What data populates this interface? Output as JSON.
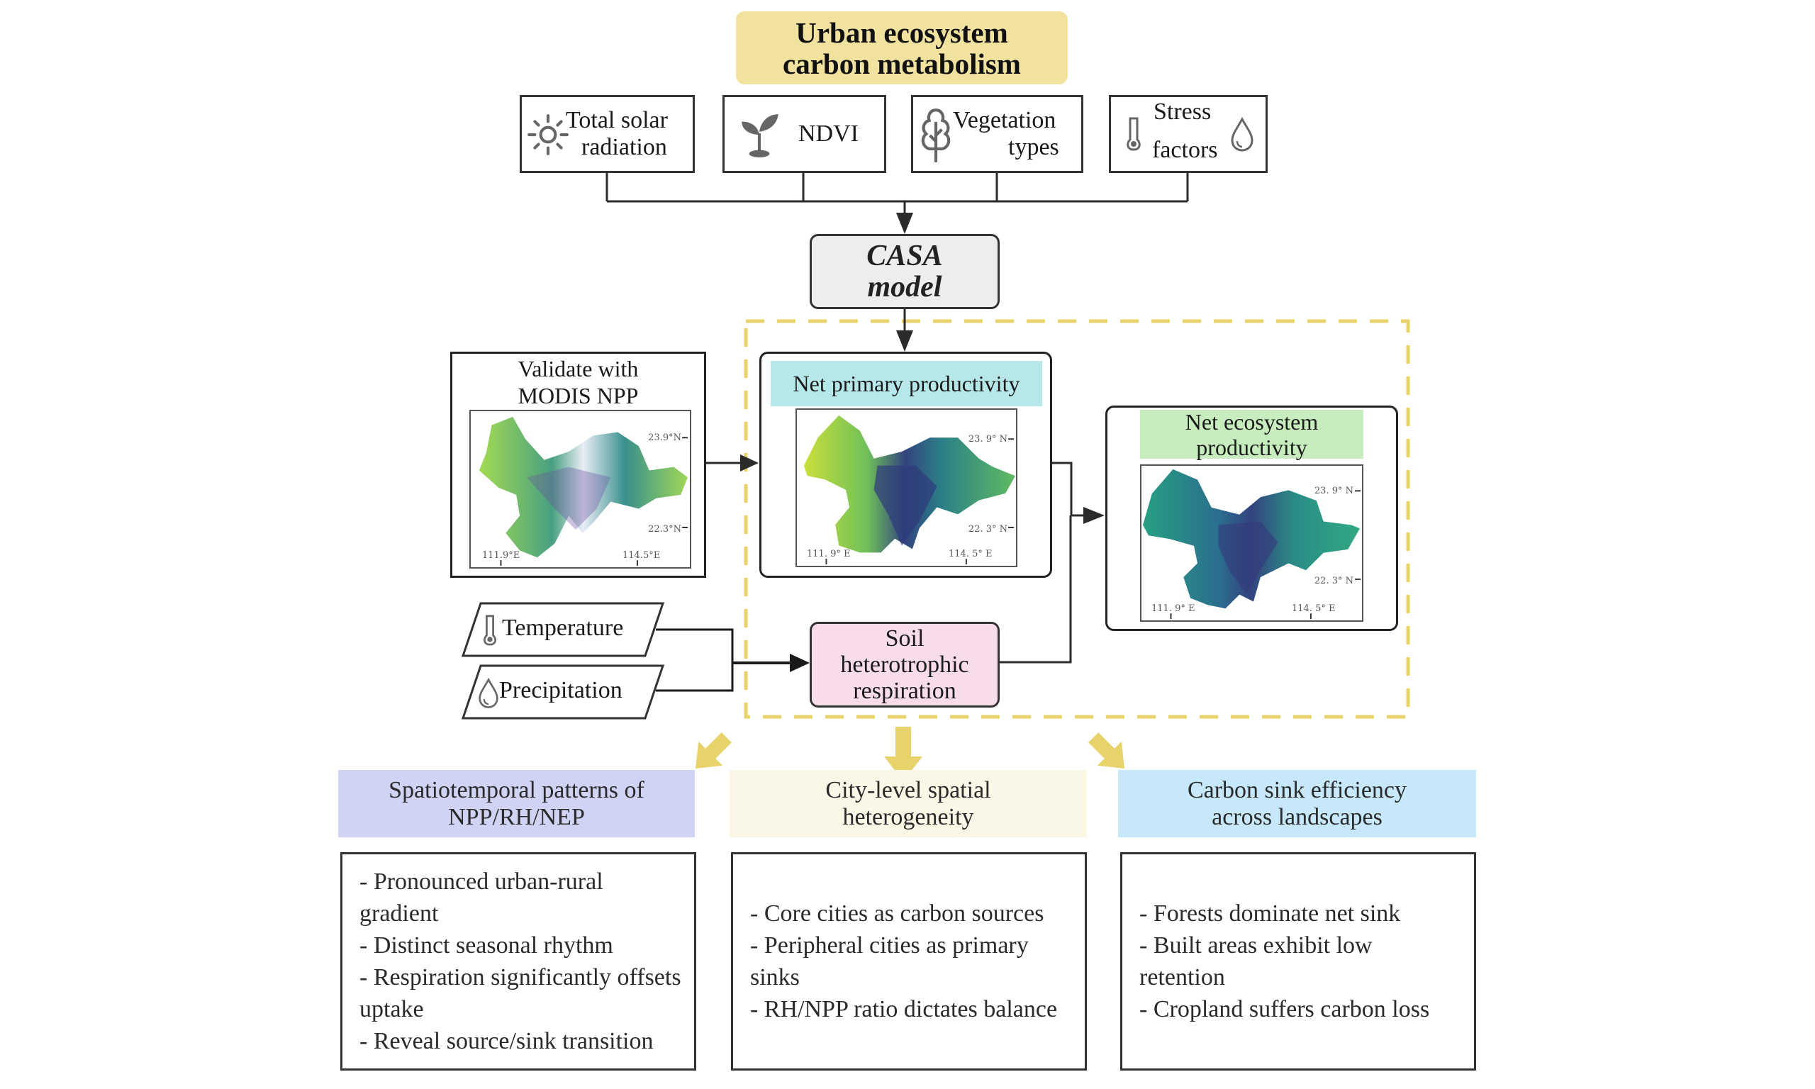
{
  "title": "Urban ecosystem carbon metabolism",
  "title_lines": [
    "Urban ecosystem",
    "carbon metabolism"
  ],
  "inputs": [
    {
      "lines": [
        "Total solar",
        "radiation"
      ],
      "icon": "sun-icon"
    },
    {
      "lines": [
        "NDVI"
      ],
      "icon": "seedling-icon"
    },
    {
      "lines": [
        "Vegetation",
        "types"
      ],
      "icon": "tree-icon"
    },
    {
      "lines": [
        "Stress",
        "factors"
      ],
      "icon": "thermometer-icon",
      "icon2": "water-drop-icon"
    }
  ],
  "model": {
    "lines": [
      "CASA",
      "model"
    ]
  },
  "validate": {
    "lines": [
      "Validate with",
      "MODIS NPP"
    ],
    "map": {
      "lat_labels": [
        "23.9°N",
        "22.3°N"
      ],
      "lon_labels": [
        "111.9°E",
        "114.5°E"
      ]
    }
  },
  "npp": {
    "title": "Net primary productivity",
    "map": {
      "lat_labels": [
        "23. 9° N",
        "22. 3° N"
      ],
      "lon_labels": [
        "111. 9° E",
        "114. 5° E"
      ]
    }
  },
  "nep": {
    "lines": [
      "Net ecosystem",
      "productivity"
    ],
    "map": {
      "lat_labels": [
        "23. 9° N",
        "22. 3° N"
      ],
      "lon_labels": [
        "111. 9° E",
        "114. 5° E"
      ]
    }
  },
  "drivers": [
    {
      "label": "Temperature",
      "icon": "thermometer-icon"
    },
    {
      "label": "Precipitation",
      "icon": "water-drop-icon"
    }
  ],
  "soil": {
    "lines": [
      "Soil",
      "heterotrophic",
      "respiration"
    ]
  },
  "outcomes": [
    {
      "title_lines": [
        "Spatiotemporal patterns of",
        "NPP/RH/NEP"
      ],
      "bullets": [
        "- Pronounced urban-rural gradient",
        "- Distinct seasonal rhythm",
        "- Respiration significantly offsets uptake",
        "- Reveal source/sink transition"
      ],
      "color": "#d1d3f5"
    },
    {
      "title_lines": [
        "City-level spatial",
        "heterogeneity"
      ],
      "bullets": [
        "- Core cities as carbon sources",
        "- Peripheral cities as primary sinks",
        "- RH/NPP ratio dictates balance"
      ],
      "color": "#fbf7e6"
    },
    {
      "title_lines": [
        "Carbon sink efficiency",
        "across landscapes"
      ],
      "bullets": [
        "- Forests dominate net sink",
        "- Built areas exhibit low retention",
        "- Cropland suffers carbon loss"
      ],
      "color": "#c7e8fb"
    }
  ],
  "colors": {
    "title_bg": "#f1e2a0",
    "casa_bg": "#efedec",
    "npp_bg": "#b6e8e9",
    "nep_bg": "#c7ecbd",
    "soil_bg": "#f9dcea",
    "dashed_border": "#e8d36a",
    "big_arrow": "#e8d36a",
    "line": "#2b2b2b"
  }
}
